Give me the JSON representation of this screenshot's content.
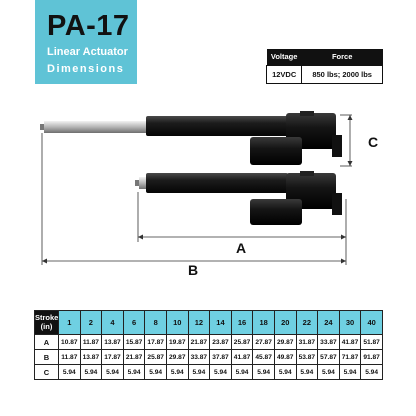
{
  "title": {
    "model": "PA-17",
    "line1": "Linear Actuator",
    "line2": "Dimensions"
  },
  "specs": {
    "headers": [
      "Voltage",
      "Force"
    ],
    "row": [
      "12VDC",
      "850 lbs; 2000 lbs"
    ]
  },
  "drawing": {
    "label_a": "A",
    "label_b": "B",
    "label_c": "C"
  },
  "dimensions": {
    "corner_line1": "Stroke",
    "corner_line2": "(in)",
    "strokes": [
      "1",
      "2",
      "4",
      "6",
      "8",
      "10",
      "12",
      "14",
      "16",
      "18",
      "20",
      "22",
      "24",
      "30",
      "40"
    ],
    "rows": [
      {
        "label": "A",
        "values": [
          "10.87",
          "11.87",
          "13.87",
          "15.87",
          "17.87",
          "19.87",
          "21.87",
          "23.87",
          "25.87",
          "27.87",
          "29.87",
          "31.87",
          "33.87",
          "41.87",
          "51.87"
        ]
      },
      {
        "label": "B",
        "values": [
          "11.87",
          "13.87",
          "17.87",
          "21.87",
          "25.87",
          "29.87",
          "33.87",
          "37.87",
          "41.87",
          "45.87",
          "49.87",
          "53.87",
          "57.87",
          "71.87",
          "91.87"
        ]
      },
      {
        "label": "C",
        "values": [
          "5.94",
          "5.94",
          "5.94",
          "5.94",
          "5.94",
          "5.94",
          "5.94",
          "5.94",
          "5.94",
          "5.94",
          "5.94",
          "5.94",
          "5.94",
          "5.94",
          "5.94"
        ]
      }
    ]
  },
  "colors": {
    "accent": "#5fc3d6",
    "table_header": "#6fd0e2",
    "dark": "#111111"
  }
}
